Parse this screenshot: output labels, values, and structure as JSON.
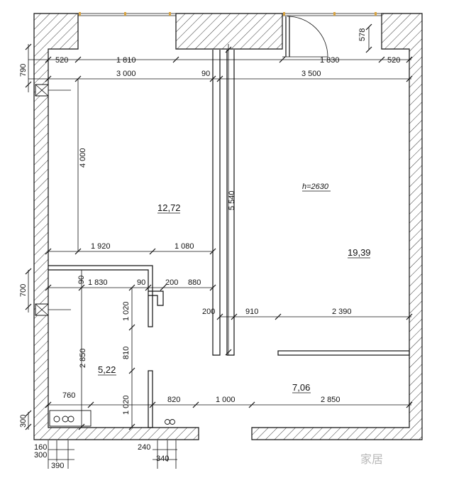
{
  "areas": {
    "room_left": "12,72",
    "room_right": "19,39",
    "bathroom": "5,22",
    "hall": "7,06"
  },
  "ceiling_height": "h=2630",
  "dims": {
    "top_520_left": "520",
    "top_1810": "1 810",
    "top_1830": "1 830",
    "top_520_right": "520",
    "door_578": "578",
    "left_790": "790",
    "row2_3000": "3 000",
    "row2_90": "90",
    "row2_3500": "3 500",
    "left_4000": "4 000",
    "mid_5540": "5 540",
    "h_1920": "1 920",
    "h_1080": "1 080",
    "left_700": "700",
    "b_90": "90",
    "b_1830": "1 830",
    "b_90b": "90",
    "b_200": "200",
    "b_880": "880",
    "v_1020_top": "1 020",
    "v_810": "810",
    "v_1020_bot": "1 020",
    "v_2850": "2 850",
    "r_200": "200",
    "r_910": "910",
    "r_2390": "2 390",
    "d_760": "760",
    "d_820": "820",
    "d_1000": "1 000",
    "d_2850": "2 850",
    "left_300": "300",
    "bot_160": "160",
    "bot_300": "300",
    "bot_390": "390",
    "bot_240": "240",
    "bot_340": "340"
  },
  "watermark": "家居"
}
